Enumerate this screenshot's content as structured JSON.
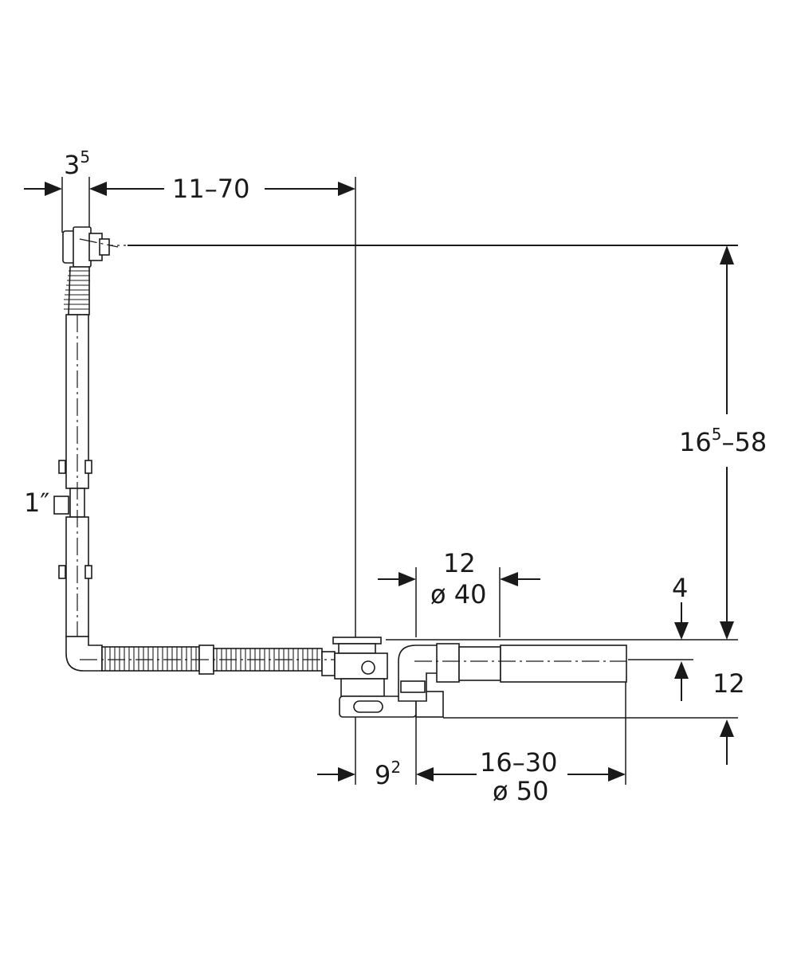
{
  "dimensions": {
    "overflow_offset": {
      "main": "3",
      "sup": "5"
    },
    "horizontal_range": "11–70",
    "vertical_range": {
      "pre": "16",
      "sup": "5",
      "post": "–58"
    },
    "thread_size": "1″",
    "pipe_offset": "12",
    "pipe_diameter_40": "ø 40",
    "top_clearance": "4",
    "right_height": "12",
    "trap_offset": {
      "main": "9",
      "sup": "2"
    },
    "outlet_length": "16–30",
    "pipe_diameter_50": "ø 50"
  }
}
